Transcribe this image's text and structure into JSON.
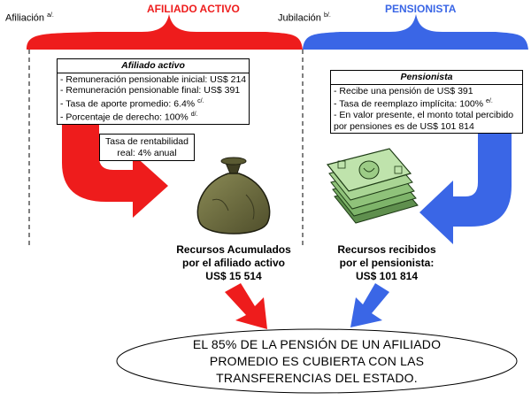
{
  "timeline": {
    "affiliation_label": "Afiliación",
    "affiliation_note": "a/.",
    "retirement_label": "Jubilación",
    "retirement_note": "b/.",
    "active_phase": "AFILIADO ACTIVO",
    "pensioner_phase": "PENSIONISTA"
  },
  "active_box": {
    "title": "Afiliado activo",
    "items": [
      {
        "text": "- Remuneración pensionable inicial: US$ 214",
        "note": ""
      },
      {
        "text": "- Remuneración pensionable final: US$ 391",
        "note": ""
      },
      {
        "text": "- Tasa de aporte promedio: 6.4%",
        "note": "c/."
      },
      {
        "text": "- Porcentaje de derecho: 100%",
        "note": "d/."
      }
    ]
  },
  "pensioner_box": {
    "title": "Pensionista",
    "items": [
      {
        "text": "- Recibe una pensión de US$ 391",
        "note": ""
      },
      {
        "text": "- Tasa de reemplazo implícita: 100%",
        "note": "e/."
      },
      {
        "text": "- En valor presente, el monto total percibido",
        "note": ""
      },
      {
        "text": "por pensiones es de US$ 101  814",
        "note": ""
      }
    ]
  },
  "rate_box": {
    "line1": "Tasa de rentabilidad",
    "line2": "real: 4% anual"
  },
  "accumulated": {
    "line1": "Recursos Acumulados",
    "line2": "por el afiliado activo",
    "amount": "US$ 15 514"
  },
  "received": {
    "line1": "Recursos recibidos",
    "line2": "por el pensionista:",
    "amount": "US$ 101 814"
  },
  "conclusion": {
    "line1": "EL 85% DE LA PENSIÓN DE UN AFILIADO",
    "line2": "PROMEDIO ES CUBIERTA CON LAS",
    "line3": "TRANSFERENCIAS DEL ESTADO."
  },
  "colors": {
    "red": "#ee1c1c",
    "blue": "#3a66e6",
    "bag": "#6b6a3c",
    "money": "#8fc27a"
  },
  "icons": [
    "money-bag-icon",
    "cash-stack-icon"
  ]
}
